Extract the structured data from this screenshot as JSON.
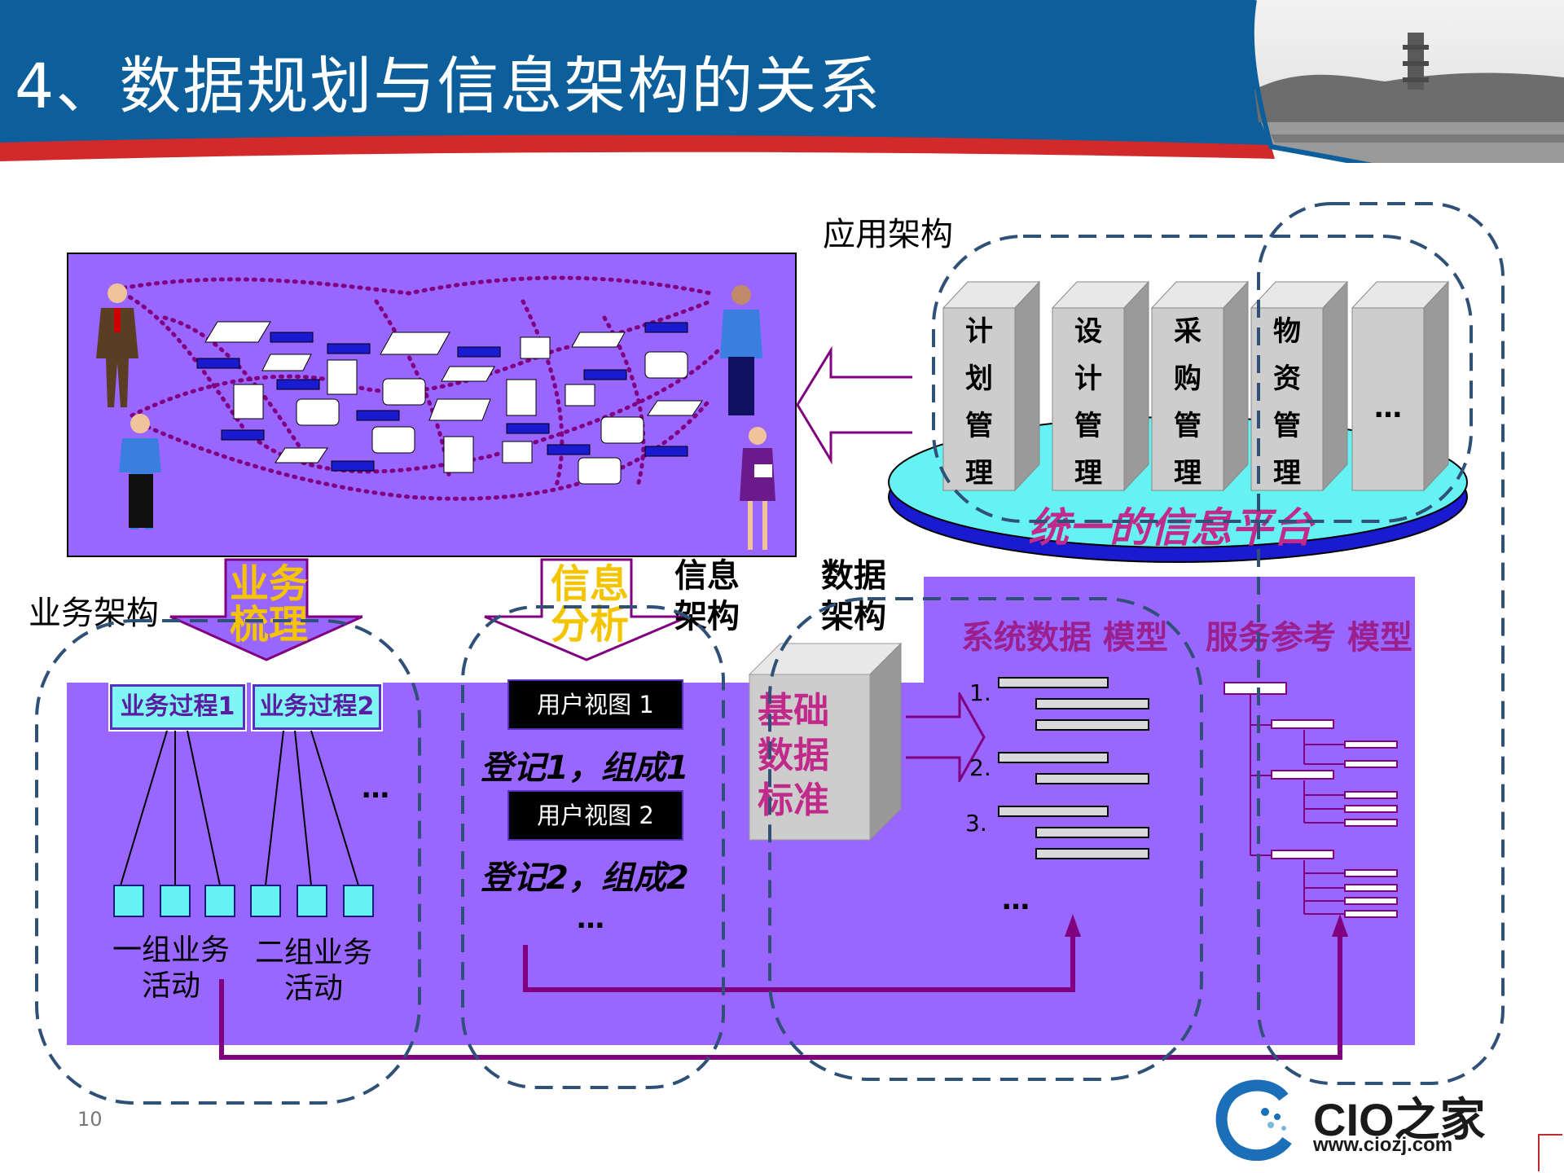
{
  "slide": {
    "title": "4、数据规划与信息架构的关系",
    "page_number": "10"
  },
  "labels": {
    "app_arch": "应用架构",
    "biz_arch": "业务架构",
    "info_arch": "信息\n架构",
    "data_arch": "数据\n架构",
    "biz_sort": "业务\n梳理",
    "info_analysis": "信息\n分析",
    "platform": "统一的信息平台",
    "sys_model": "系统数据 模型",
    "svc_model": "服务参考 模型",
    "data_standard": "基础\n数据\n标准"
  },
  "app_columns": [
    {
      "label": "计\n划\n管\n理"
    },
    {
      "label": "设\n计\n管\n理"
    },
    {
      "label": "采\n购\n管\n理"
    },
    {
      "label": "物\n资\n管\n理"
    },
    {
      "label": "…"
    }
  ],
  "biz": {
    "process1": "业务过程1",
    "process2": "业务过程2",
    "ellipsis": "…",
    "group1": "一组业务\n活动",
    "group2": "二组业务\n活动"
  },
  "info": {
    "view1": "用户视图 1",
    "reg1": "登记1，组成1",
    "view2": "用户视图 2",
    "reg2": "登记2，组成2",
    "ellipsis": "…"
  },
  "model_numbers": [
    "1.",
    "2.",
    "3."
  ],
  "model_ellipsis": "…",
  "logo": {
    "name": "CIO之家",
    "url": "www.ciozj.com"
  },
  "colors": {
    "header_blue": "#0d5f9c",
    "header_red": "#d22a2a",
    "purple_panel": "#9966ff",
    "cyan": "#7ff5f5",
    "magenta_line": "#800080",
    "dash_blue": "#2f5077",
    "yellow_text": "#f5c400",
    "magenta_text": "#9c1f8e"
  }
}
